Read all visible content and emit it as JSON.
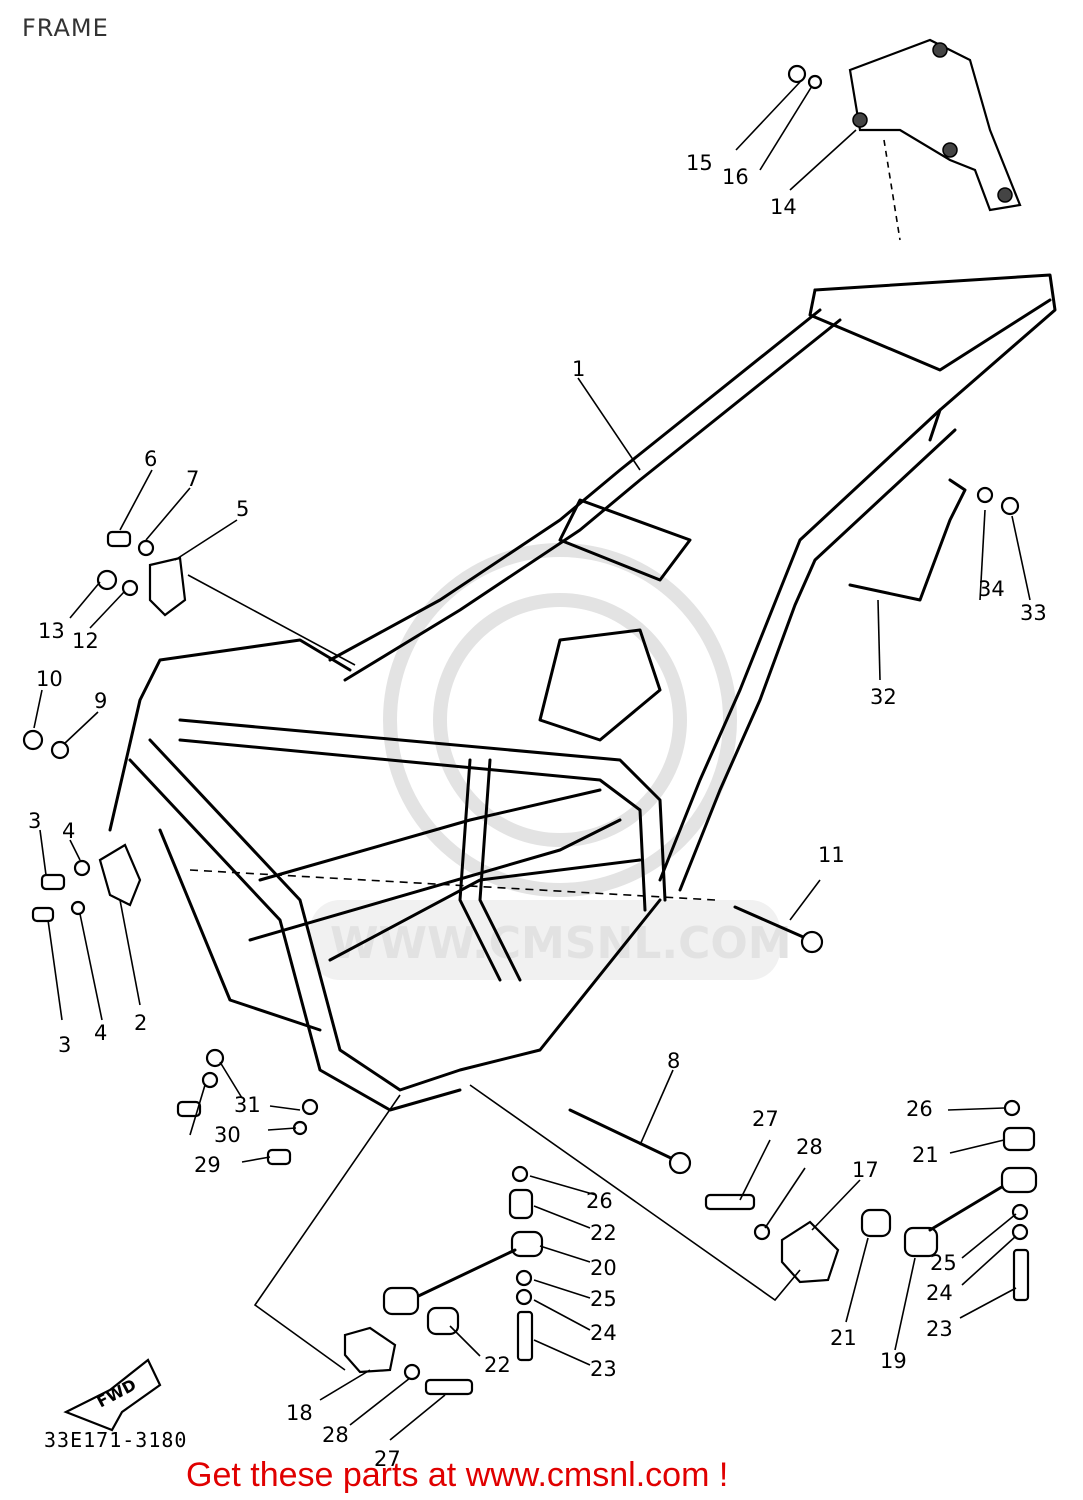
{
  "title": "FRAME",
  "reference_code": "33E171-3180",
  "promo_text": "Get these parts at www.cmsnl.com !",
  "watermark_text": "WWW.CMSNL.COM",
  "fwd_label": "FWD",
  "callouts": {
    "c1": "1",
    "c2": "2",
    "c3a": "3",
    "c3b": "3",
    "c4a": "4",
    "c4b": "4",
    "c5": "5",
    "c6": "6",
    "c7": "7",
    "c8": "8",
    "c9": "9",
    "c10": "10",
    "c11": "11",
    "c12": "12",
    "c13": "13",
    "c14": "14",
    "c15": "15",
    "c16": "16",
    "c17": "17",
    "c18": "18",
    "c19": "19",
    "c20": "20",
    "c21a": "21",
    "c21b": "21",
    "c22a": "22",
    "c22b": "22",
    "c23a": "23",
    "c23b": "23",
    "c24a": "24",
    "c24b": "24",
    "c25a": "25",
    "c25b": "25",
    "c26a": "26",
    "c26b": "26",
    "c27a": "27",
    "c27b": "27",
    "c28a": "28",
    "c28b": "28",
    "c29": "29",
    "c30": "30",
    "c31": "31",
    "c32": "32",
    "c33": "33",
    "c34": "34"
  }
}
